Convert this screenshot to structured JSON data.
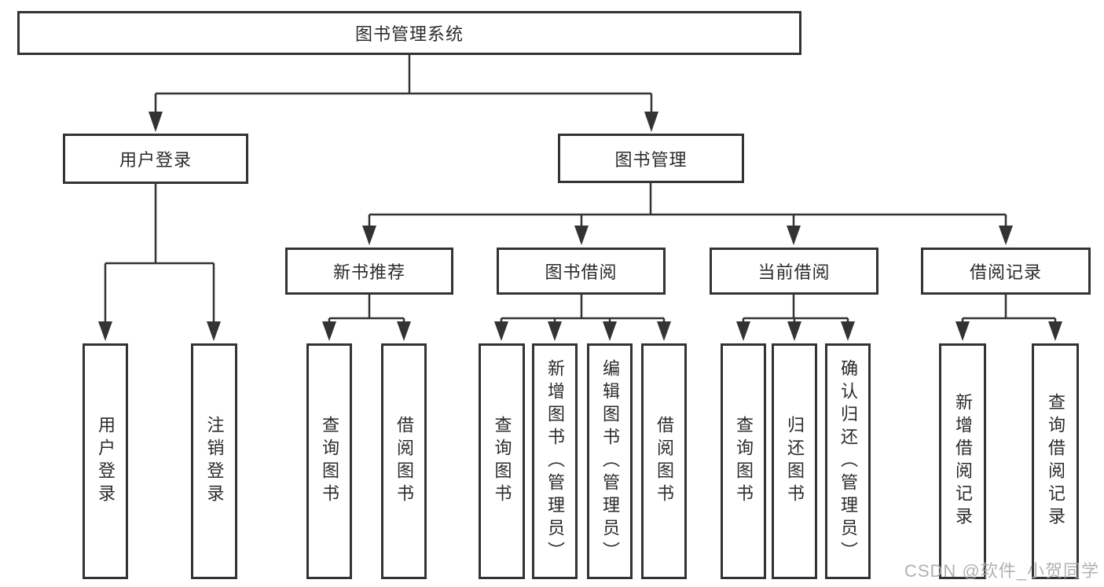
{
  "nodes": {
    "root": {
      "label": "图书管理系统"
    },
    "user_login": {
      "label": "用户登录"
    },
    "book_management": {
      "label": "图书管理"
    },
    "new_book_recommend": {
      "label": "新书推荐"
    },
    "book_borrow": {
      "label": "图书借阅"
    },
    "current_borrow": {
      "label": "当前借阅"
    },
    "borrow_records": {
      "label": "借阅记录"
    },
    "login": {
      "label": "用户登录"
    },
    "logout": {
      "label": "注销登录"
    },
    "nbr_query_book": {
      "label": "查询图书"
    },
    "nbr_borrow_book": {
      "label": "借阅图书"
    },
    "bb_query_book": {
      "label": "查询图书"
    },
    "bb_add_book": {
      "label": "新增图书（管理员）"
    },
    "bb_edit_book": {
      "label": "编辑图书（管理员）"
    },
    "bb_borrow_book": {
      "label": "借阅图书"
    },
    "cb_query_book": {
      "label": "查询图书"
    },
    "cb_return_book": {
      "label": "归还图书"
    },
    "cb_confirm_return": {
      "label": "确认归还（管理员）"
    },
    "br_add_record": {
      "label": "新增借阅记录"
    },
    "br_query_record": {
      "label": "查询借阅记录"
    }
  },
  "hierarchy": {
    "图书管理系统": {
      "用户登录": [
        "用户登录",
        "注销登录"
      ],
      "图书管理": {
        "新书推荐": [
          "查询图书",
          "借阅图书"
        ],
        "图书借阅": [
          "查询图书",
          "新增图书（管理员）",
          "编辑图书（管理员）",
          "借阅图书"
        ],
        "当前借阅": [
          "查询图书",
          "归还图书",
          "确认归还（管理员）"
        ],
        "借阅记录": [
          "新增借阅记录",
          "查询借阅记录"
        ]
      }
    }
  },
  "watermark": {
    "text": "CSDN @软件_小贺同学"
  },
  "colors": {
    "bg": "#ffffff",
    "line": "#333333",
    "text": "#2b2b2b",
    "watermark": "#a9a9a9"
  }
}
